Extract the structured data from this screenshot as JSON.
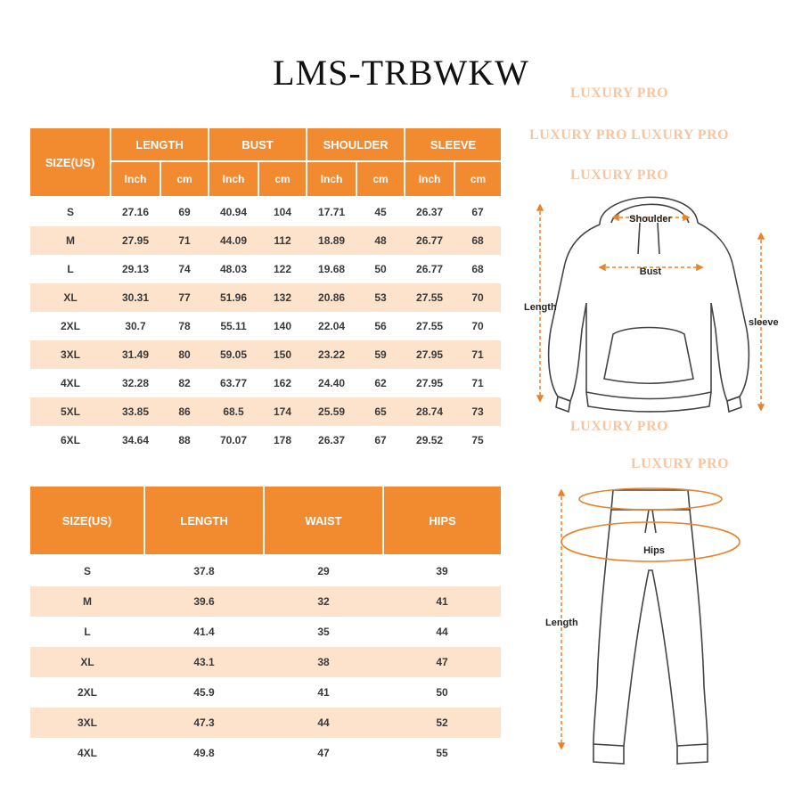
{
  "title": "LMS-TRBWKW",
  "watermark": "LUXURY PRO",
  "top_table": {
    "size_header": "SIZE(US)",
    "groups": [
      "LENGTH",
      "BUST",
      "SHOULDER",
      "SLEEVE"
    ],
    "units": [
      "Inch",
      "cm",
      "Inch",
      "cm",
      "Inch",
      "cm",
      "Inch",
      "cm"
    ],
    "rows": [
      [
        "S",
        "27.16",
        "69",
        "40.94",
        "104",
        "17.71",
        "45",
        "26.37",
        "67"
      ],
      [
        "M",
        "27.95",
        "71",
        "44.09",
        "112",
        "18.89",
        "48",
        "26.77",
        "68"
      ],
      [
        "L",
        "29.13",
        "74",
        "48.03",
        "122",
        "19.68",
        "50",
        "26.77",
        "68"
      ],
      [
        "XL",
        "30.31",
        "77",
        "51.96",
        "132",
        "20.86",
        "53",
        "27.55",
        "70"
      ],
      [
        "2XL",
        "30.7",
        "78",
        "55.11",
        "140",
        "22.04",
        "56",
        "27.55",
        "70"
      ],
      [
        "3XL",
        "31.49",
        "80",
        "59.05",
        "150",
        "23.22",
        "59",
        "27.95",
        "71"
      ],
      [
        "4XL",
        "32.28",
        "82",
        "63.77",
        "162",
        "24.40",
        "62",
        "27.95",
        "71"
      ],
      [
        "5XL",
        "33.85",
        "86",
        "68.5",
        "174",
        "25.59",
        "65",
        "28.74",
        "73"
      ],
      [
        "6XL",
        "34.64",
        "88",
        "70.07",
        "178",
        "26.37",
        "67",
        "29.52",
        "75"
      ]
    ]
  },
  "bottom_table": {
    "headers": [
      "SIZE(US)",
      "LENGTH",
      "WAIST",
      "HIPS"
    ],
    "rows": [
      [
        "S",
        "37.8",
        "29",
        "39"
      ],
      [
        "M",
        "39.6",
        "32",
        "41"
      ],
      [
        "L",
        "41.4",
        "35",
        "44"
      ],
      [
        "XL",
        "43.1",
        "38",
        "47"
      ],
      [
        "2XL",
        "45.9",
        "41",
        "50"
      ],
      [
        "3XL",
        "47.3",
        "44",
        "52"
      ],
      [
        "4XL",
        "49.8",
        "47",
        "55"
      ]
    ]
  },
  "hoodie_labels": {
    "shoulder": "Shoulder",
    "bust": "Bust",
    "length": "Length",
    "sleeve": "sleeve"
  },
  "pants_labels": {
    "hips": "Hips",
    "length": "Length"
  },
  "colors": {
    "accent": "#f28a30",
    "stripe": "#fde2cc",
    "watermark": "#f6c6a2"
  }
}
